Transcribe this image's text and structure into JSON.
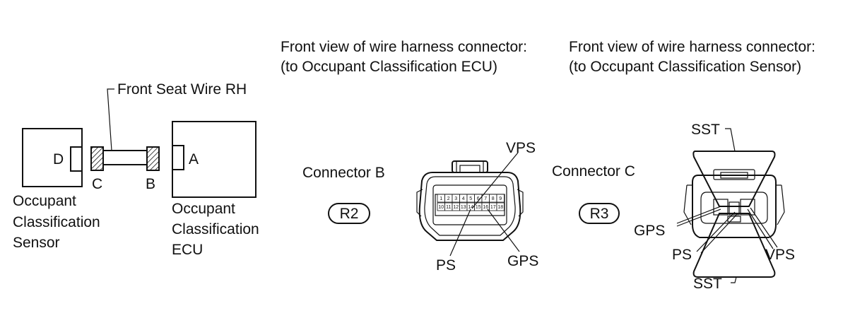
{
  "headers": {
    "ecu_view_line1": "Front view of wire harness connector:",
    "ecu_view_line2": "(to Occupant Classification ECU)",
    "sensor_view_line1": "Front view of wire harness connector:",
    "sensor_view_line2": "(to Occupant Classification Sensor)"
  },
  "wiring": {
    "harness_label": "Front Seat Wire RH",
    "sensor_connector": "D",
    "ecu_connector": "A",
    "harness_end_c": "C",
    "harness_end_b": "B",
    "sensor_label": [
      "Occupant",
      "Classification",
      "Sensor"
    ],
    "ecu_label": [
      "Occupant",
      "Classification",
      "ECU"
    ]
  },
  "connector_b": {
    "title": "Connector B",
    "code": "R2",
    "pins_top": [
      "1",
      "2",
      "3",
      "4",
      "5",
      "6",
      "7",
      "8",
      "9"
    ],
    "pins_bottom": [
      "10",
      "11",
      "12",
      "13",
      "14",
      "15",
      "16",
      "17",
      "18"
    ],
    "terminals": {
      "vps": "VPS",
      "ps": "PS",
      "gps": "GPS"
    }
  },
  "connector_c": {
    "title": "Connector C",
    "code": "R3",
    "tool_top": "SST",
    "tool_bottom": "SST",
    "terminals": {
      "gps": "GPS",
      "ps": "PS",
      "vps": "VPS"
    }
  }
}
